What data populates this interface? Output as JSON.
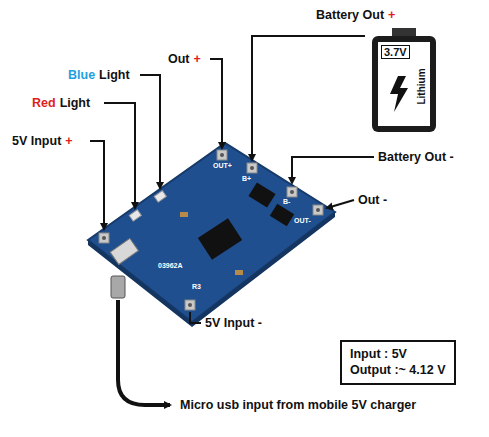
{
  "diagram": {
    "nodes": [
      {
        "text": [
          "3.7V",
          "Lithium"
        ]
      },
      {
        "text": [
          "Input : 5V",
          "Output :~ 4.12 V"
        ]
      }
    ],
    "labels": [
      "Battery Out",
      "+",
      "Blue",
      "Light",
      "Red",
      "Light",
      "5V Input",
      "+",
      "Out",
      "+",
      "Battery Out -",
      "Out -",
      "5V Input -",
      "Micro usb input from mobile 5V charger",
      "OUT+",
      "B+",
      "B-",
      "OUT-",
      "03962A",
      "R3"
    ]
  }
}
